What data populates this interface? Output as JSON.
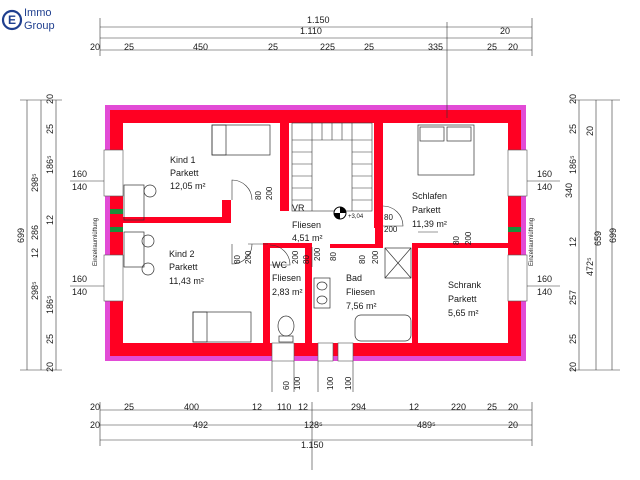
{
  "logo": {
    "line1": "Immo",
    "line2": "Group",
    "mark": "E"
  },
  "colors": {
    "wall": "#ff0022",
    "insulation": "#e24bd6",
    "accent": "#1f3f8f",
    "vent": "#1a8f3a"
  },
  "rooms": [
    {
      "name": "Kind 1",
      "floor": "Parkett",
      "area": "12,05 m²"
    },
    {
      "name": "Kind 2",
      "floor": "Parkett",
      "area": "11,43 m²"
    },
    {
      "name": "VR",
      "floor": "Fliesen",
      "area": "4,51 m²"
    },
    {
      "name": "WC",
      "floor": "Fliesen",
      "area": "2,83 m²"
    },
    {
      "name": "Bad",
      "floor": "Fliesen",
      "area": "7,56 m²"
    },
    {
      "name": "Schlafen",
      "floor": "Parkett",
      "area": "11,39 m²"
    },
    {
      "name": "Schrank",
      "floor": "Parkett",
      "area": "5,65 m²"
    }
  ],
  "level_mark": "+3,04",
  "vent_label": "Einzelraumlüftung",
  "top_dims": {
    "total": "1.150",
    "row2": [
      "1.110",
      "20"
    ],
    "row3": [
      "20",
      "25",
      "450",
      "25",
      "225",
      "25",
      "335",
      "25",
      "20"
    ]
  },
  "bottom_dims": {
    "row1": [
      "20",
      "25",
      "400",
      "12",
      "110",
      "12",
      "294",
      "12",
      "220",
      "25",
      "20"
    ],
    "row2": [
      "20",
      "492",
      "128⁵",
      "489⁵",
      "20"
    ],
    "total": "1.150"
  },
  "left_dims": {
    "outer": "699",
    "mid": [
      "298⁵",
      "286",
      "12",
      "298⁵"
    ],
    "inner": [
      "20",
      "25",
      "186⁵",
      "12",
      "186⁵",
      "25",
      "20"
    ]
  },
  "right_dims": {
    "outer": "699",
    "col2": [
      "659",
      "20"
    ],
    "col3": [
      "340",
      "472⁵"
    ],
    "inner": [
      "20",
      "25",
      "186⁵",
      "12",
      "257",
      "25",
      "20"
    ]
  },
  "window_labels": [
    "160",
    "140",
    "160",
    "140",
    "160",
    "140"
  ],
  "door_labels": [
    "80",
    "200",
    "80",
    "200",
    "80",
    "200",
    "80",
    "200",
    "80",
    "200",
    "80",
    "200",
    "80",
    "200"
  ],
  "stair_labels": [
    "80",
    "200",
    "60",
    "100",
    "100",
    "100"
  ]
}
